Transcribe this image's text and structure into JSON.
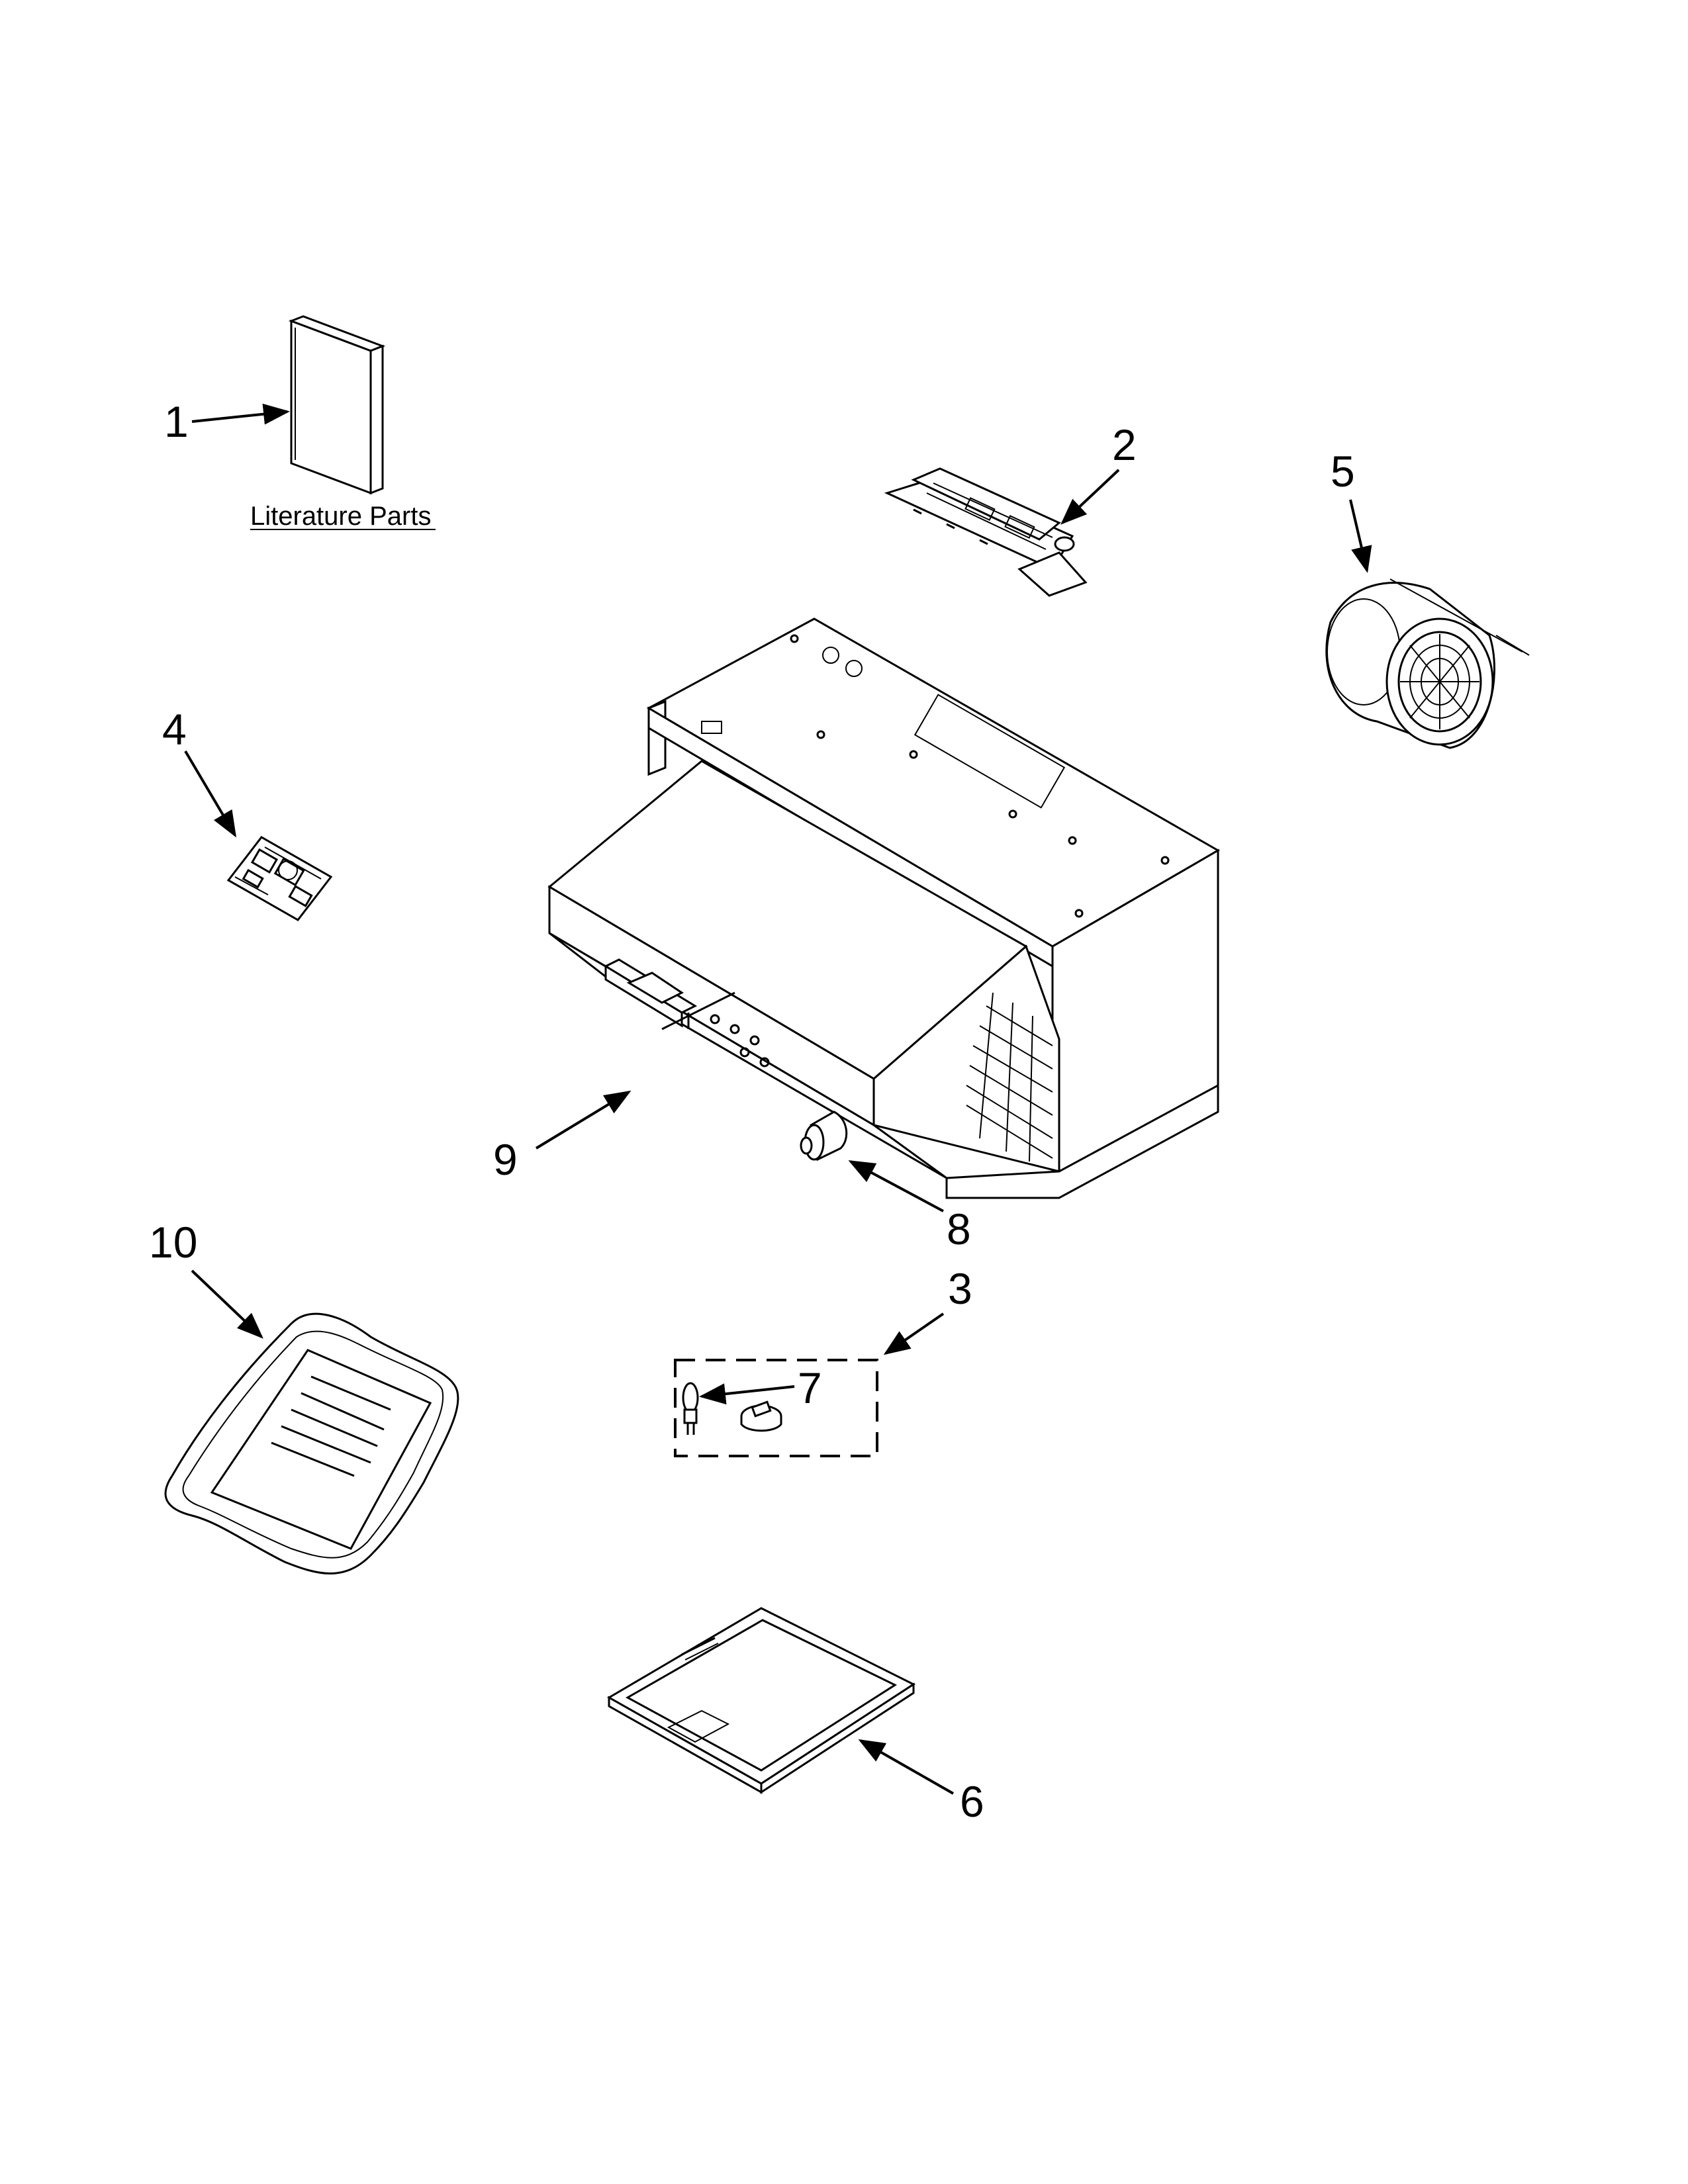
{
  "callouts": [
    {
      "id": "1",
      "label": "1"
    },
    {
      "id": "2",
      "label": "2"
    },
    {
      "id": "3",
      "label": "3"
    },
    {
      "id": "4",
      "label": "4"
    },
    {
      "id": "5",
      "label": "5"
    },
    {
      "id": "6",
      "label": "6"
    },
    {
      "id": "7",
      "label": "7"
    },
    {
      "id": "8",
      "label": "8"
    },
    {
      "id": "9",
      "label": "9"
    },
    {
      "id": "10",
      "label": "10"
    }
  ],
  "literature_label": "Literature Parts",
  "icons": {
    "literature": "manual-book-icon",
    "bracket": "mounting-bracket-icon",
    "light_kit": "light-kit-icon",
    "control_board": "control-board-icon",
    "blower": "blower-motor-icon",
    "filter": "grease-filter-icon",
    "bulb": "halogen-bulb-icon",
    "knob": "knob-icon",
    "capacitor": "capacitor-icon",
    "switch": "switch-icon",
    "bag": "parts-bag-icon",
    "hood": "range-hood-icon"
  },
  "colors": {
    "ink": "#000000",
    "paper": "#ffffff"
  }
}
